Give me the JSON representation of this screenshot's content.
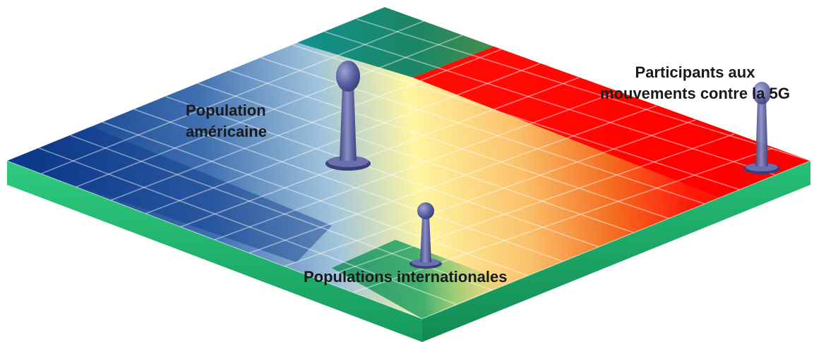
{
  "labels": {
    "american_line1": "Population",
    "american_line2": "américaine",
    "anti5g_line1": "Participants aux",
    "anti5g_line2": "mouvements contre la 5G",
    "international": "Populations internationales"
  },
  "colors": {
    "board_side": "#1fae6a",
    "board_side_dark": "#15925a",
    "blue": "#0e3a8a",
    "light_blue": "#9fc3dc",
    "yellow": "#fff6a3",
    "orange": "#f79a1e",
    "red": "#ff0000",
    "teal": "#0f8f7a",
    "green": "#1db56c",
    "pawn": "#5a5fa0"
  },
  "icons": {
    "pawn": "pawn-icon"
  }
}
